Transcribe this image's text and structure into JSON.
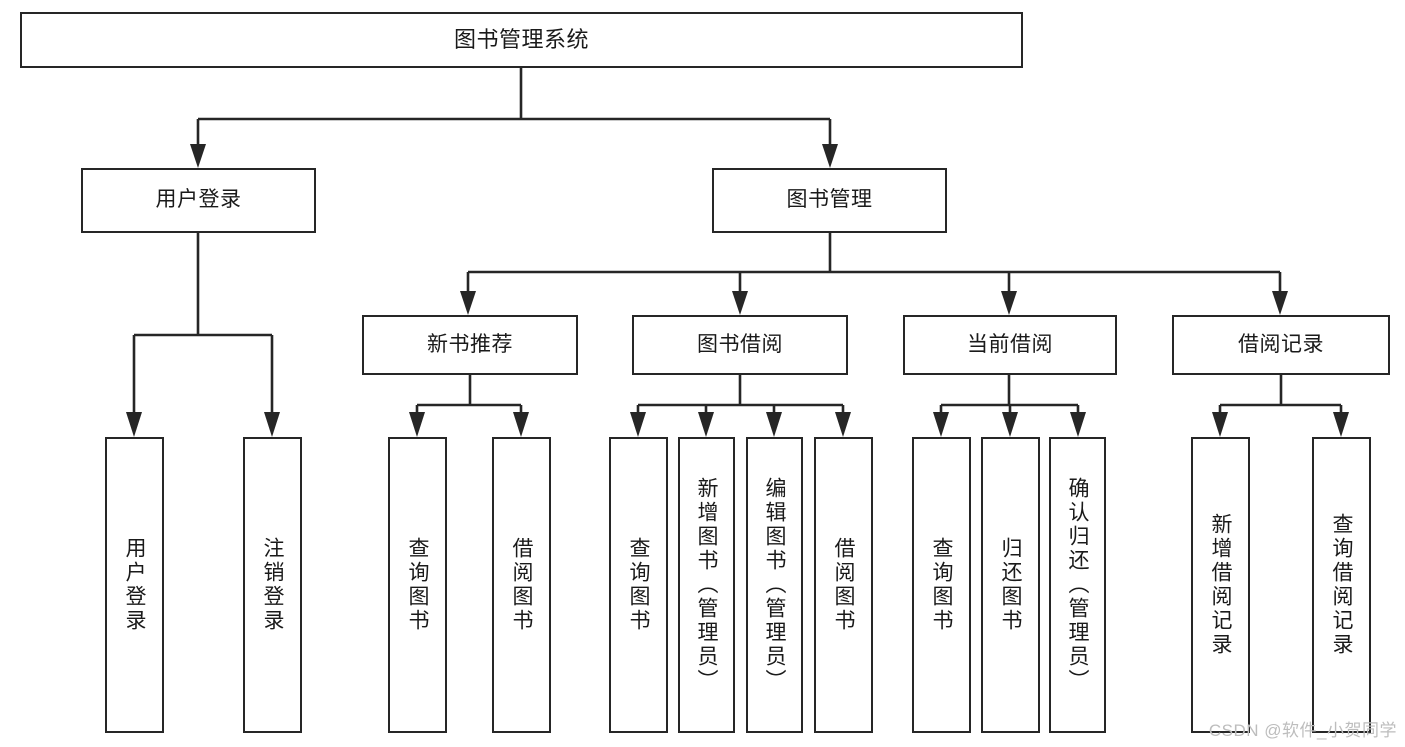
{
  "diagram": {
    "title": "图书管理系统",
    "type": "hierarchy-tree",
    "watermark": "CSDN @软件_小贺同学",
    "colors": {
      "box_border": "#262626",
      "box_fill": "#ffffff",
      "text": "#1a1a1a",
      "connector": "#262626",
      "watermark": "#bdbdbd"
    },
    "levels": {
      "root": "图书管理系统",
      "level2": [
        "用户登录",
        "图书管理"
      ],
      "level3": [
        "新书推荐",
        "图书借阅",
        "当前借阅",
        "借阅记录"
      ]
    },
    "nodes": {
      "root": "图书管理系统",
      "user_login": "用户登录",
      "book_manage": "图书管理",
      "new_book_rec": "新书推荐",
      "book_borrow": "图书借阅",
      "current_borrow": "当前借阅",
      "borrow_record": "借阅记录",
      "leaf_user_login": "用户登录",
      "leaf_user_logout": "注销登录",
      "leaf_query_book_1": "查询图书",
      "leaf_borrow_book_1": "借阅图书",
      "leaf_query_book_2": "查询图书",
      "leaf_add_book": "新增图书（管理员）",
      "leaf_edit_book": "编辑图书（管理员）",
      "leaf_borrow_book_2": "借阅图书",
      "leaf_query_book_3": "查询图书",
      "leaf_return_book": "归还图书",
      "leaf_confirm_return": "确认归还（管理员）",
      "leaf_add_record": "新增借阅记录",
      "leaf_query_record": "查询借阅记录"
    }
  }
}
